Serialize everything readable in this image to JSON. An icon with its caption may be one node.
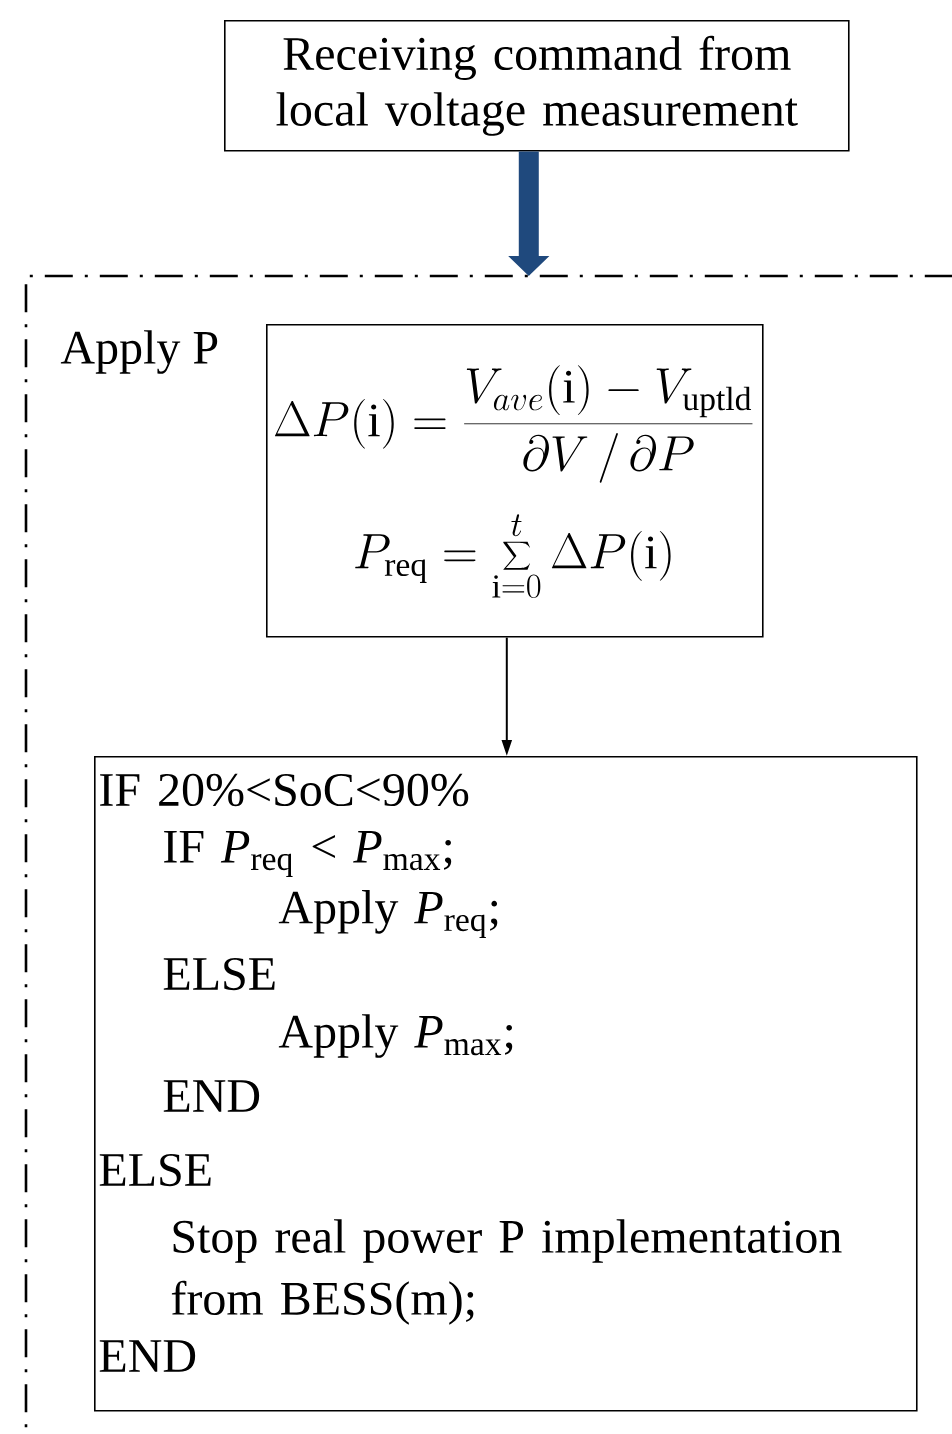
{
  "diagram": {
    "nodes": [
      {
        "text": [
          "Receiving command from local voltage measurement"
        ]
      },
      {
        "text": [
          "Apply P"
        ]
      },
      {
        "text": [
          "\\Delta P(\\mathrm{i}) = \\frac{V_{ave}(\\mathrm{i}) - V_{\\mathrm{uptld}}}{\\partial V \\,/\\, \\partial P}",
          "P_{\\mathrm{req}} = \\sum_{\\mathrm{i}=0}^{t} \\Delta P(\\mathrm{i})"
        ],
        "in": 1
      },
      {
        "text": [
          "IF 20%<SoC<90%",
          "IF *P*$_{req}$ < *P*$_{max}$;",
          "Apply *P*$_{req}$;",
          "ELSE",
          "Apply *P*$_{max}$;",
          "END",
          "ELSE",
          "Stop real power P implementation from BESS(m);",
          "END"
        ],
        "in": 1
      }
    ],
    "edges": [
      {
        "from": 0,
        "to": 1,
        "arrow": "to",
        "style": "thick",
        "color": "#1f497d"
      },
      {
        "from": 2,
        "to": 3,
        "arrow": "to",
        "color": "#000000"
      }
    ]
  }
}
